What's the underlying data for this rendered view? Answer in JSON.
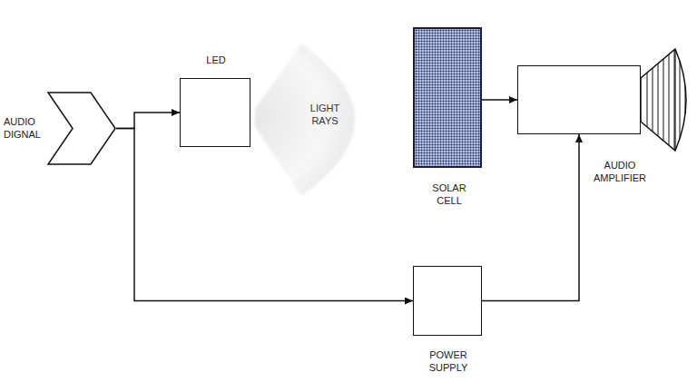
{
  "diagram": {
    "nodes": [
      {
        "text": [
          "AUDIO DIGNAL"
        ]
      },
      {
        "text": [
          "LED"
        ]
      },
      {
        "text": [
          "LIGHT RAYS"
        ]
      },
      {
        "text": [
          "SOLAR CELL"
        ]
      },
      {
        "text": [
          "AUDIO AMPLIFIER"
        ]
      },
      {
        "text": [
          "POWER SUPPLY"
        ]
      }
    ],
    "edges": [
      {
        "from": 0,
        "to": 1,
        "arrow": "to"
      },
      {
        "from": 0,
        "to": 5,
        "arrow": "to"
      },
      {
        "from": 3,
        "to": 4,
        "arrow": "to"
      },
      {
        "from": 5,
        "to": 4,
        "arrow": "to"
      }
    ]
  }
}
